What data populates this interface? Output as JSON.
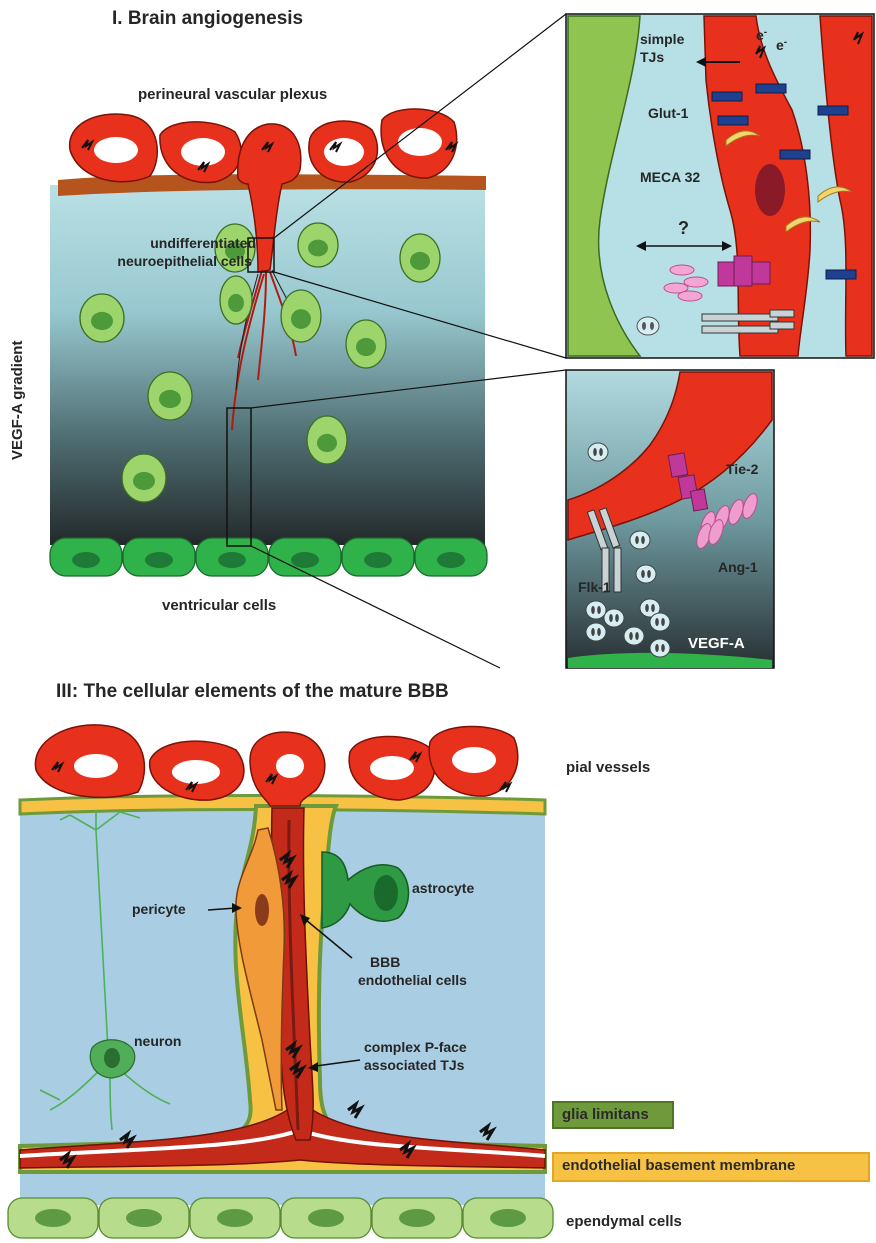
{
  "panel_top": {
    "title": "I. Brain angiogenesis",
    "labels": {
      "plexus": "perineural vascular plexus",
      "neuro_line1": "undifferentiated",
      "neuro_line2": "neuroepithelial cells",
      "gradient": "VEGF-A gradient",
      "ventricular": "ventricular cells"
    }
  },
  "inset_upper": {
    "simple_line1": "simple",
    "simple_line2": "TJs",
    "electron": "e",
    "electron_sup": "-",
    "glut": "Glut-1",
    "meca": "MECA 32",
    "question": "?"
  },
  "inset_lower": {
    "tie": "Tie-2",
    "ang": "Ang-1",
    "flk": "Flk-1",
    "vegf": "VEGF-A"
  },
  "panel_bottom": {
    "title": "III: The cellular elements of the mature BBB",
    "labels": {
      "pial": "pial vessels",
      "pericyte": "pericyte",
      "astrocyte": "astrocyte",
      "bbb_line1": "BBB",
      "bbb_line2": "endothelial cells",
      "neuron": "neuron",
      "complex_line1": "complex P-face",
      "complex_line2": "associated TJs",
      "ependymal": "ependymal cells"
    },
    "legend": {
      "glia": "glia limitans",
      "basement": "endothelial basement membrane"
    }
  },
  "colors": {
    "vessel": "#e8311c",
    "vessel_dark": "#b01c12",
    "tissue_top": "#aed8de",
    "tissue_bottom": "#2a2f31",
    "neuro_cell": "#9dd46c",
    "neuro_nucleus": "#4e9a3a",
    "ventricular": "#2fb24a",
    "bbb_tissue": "#a9cde2",
    "glia": "#6f9a3c",
    "basement": "#f7c244",
    "ependymal": "#b7dc8c",
    "glut": "#1f3f8f",
    "meca": "#f3d56a",
    "tie": "#c0389a",
    "ang": "#ef9ccf"
  }
}
